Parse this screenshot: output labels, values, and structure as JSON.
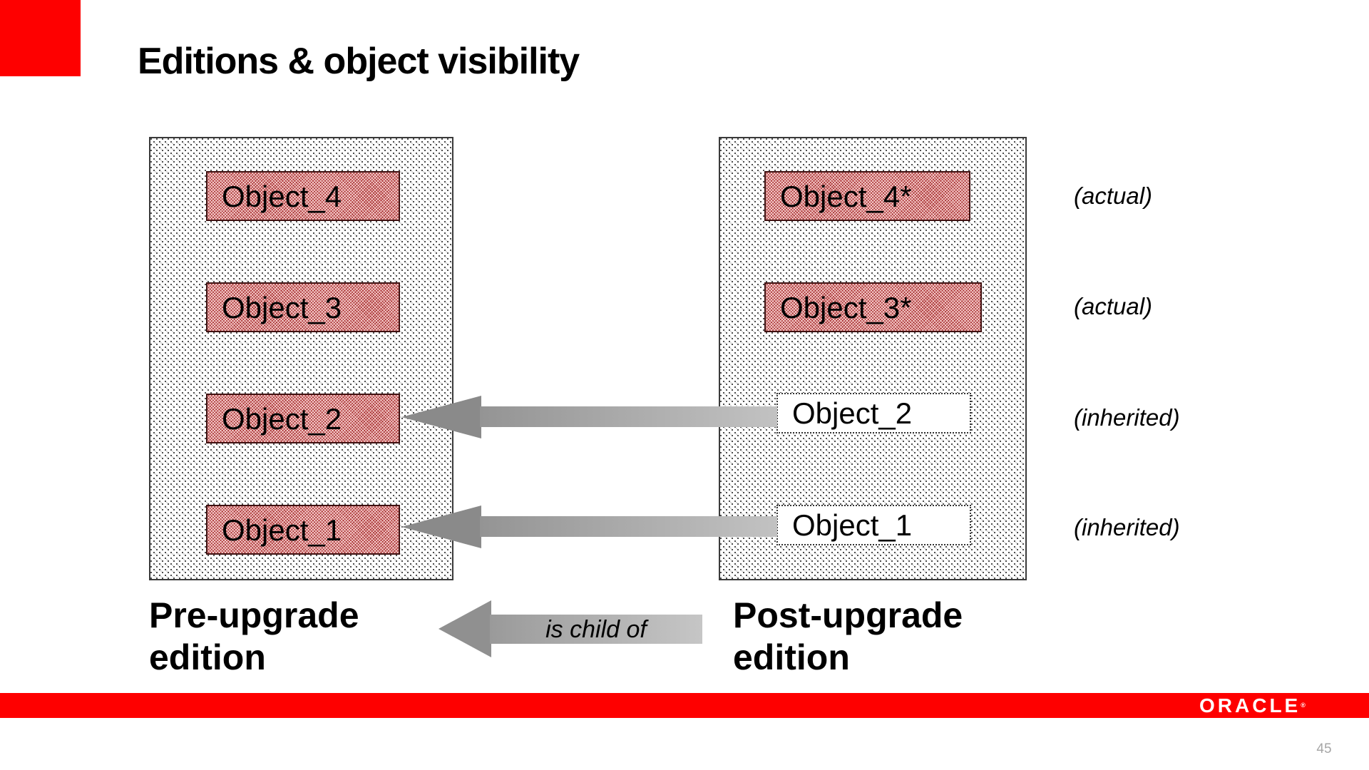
{
  "slide": {
    "title": "Editions & object visibility",
    "page_number": "45"
  },
  "panels": {
    "left": {
      "caption_line1": "Pre-upgrade",
      "caption_line2": "edition",
      "objects": [
        "Object_4",
        "Object_3",
        "Object_2",
        "Object_1"
      ]
    },
    "right": {
      "caption_line1": "Post-upgrade",
      "caption_line2": "edition",
      "objects": [
        "Object_4*",
        "Object_3*",
        "Object_2",
        "Object_1"
      ],
      "annotations": [
        "(actual)",
        "(actual)",
        "(inherited)",
        "(inherited)"
      ]
    }
  },
  "arrows": {
    "child_of_label": "is child of"
  },
  "footer": {
    "logo": "ORACLE",
    "trademark": "®"
  },
  "colors": {
    "accent_red": "#fe0000",
    "object_box_red": "#a83434",
    "arrow_gray": "#8a8a8a",
    "page_number_gray": "#a6a6a6"
  }
}
